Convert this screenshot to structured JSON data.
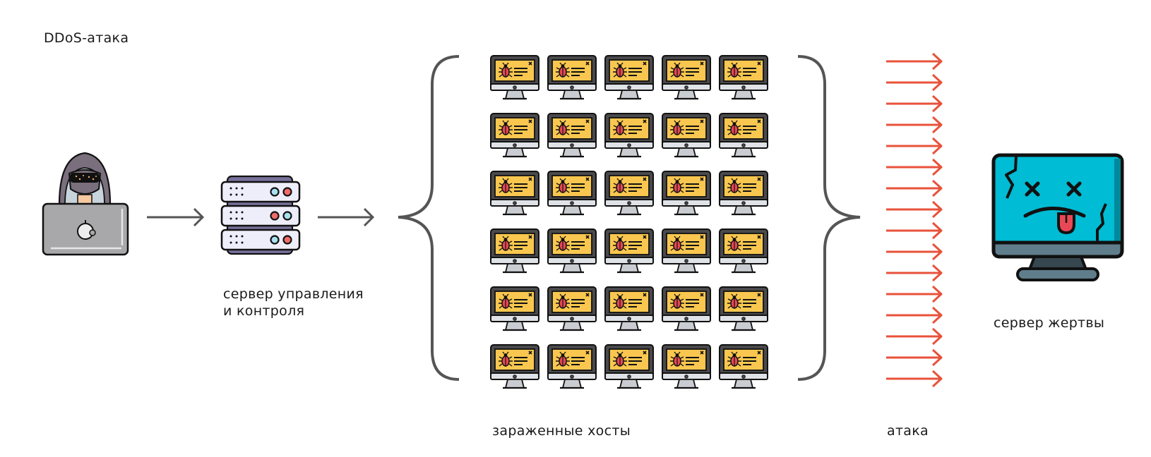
{
  "title": "DDoS-атака",
  "nodes": {
    "attacker": {
      "icon": "hacker-with-laptop-icon"
    },
    "cc_server": {
      "icon": "server-rack-icon",
      "label_line1": "сервер управления",
      "label_line2": "и контроля"
    },
    "infected_hosts": {
      "icon": "infected-monitor-bug-icon",
      "label": "зараженные хосты",
      "rows": 6,
      "columns": 5
    },
    "attack": {
      "label": "атака",
      "arrow_count": 16
    },
    "victim": {
      "icon": "broken-dead-monitor-icon",
      "label": "сервер жертвы"
    }
  },
  "colors": {
    "connector": "#555555",
    "attack_arrow": "#e8523a",
    "host_screen": "#f9c74f",
    "bug": "#e84855",
    "victim_screen": "#00bcd4",
    "tongue": "#e84855"
  }
}
